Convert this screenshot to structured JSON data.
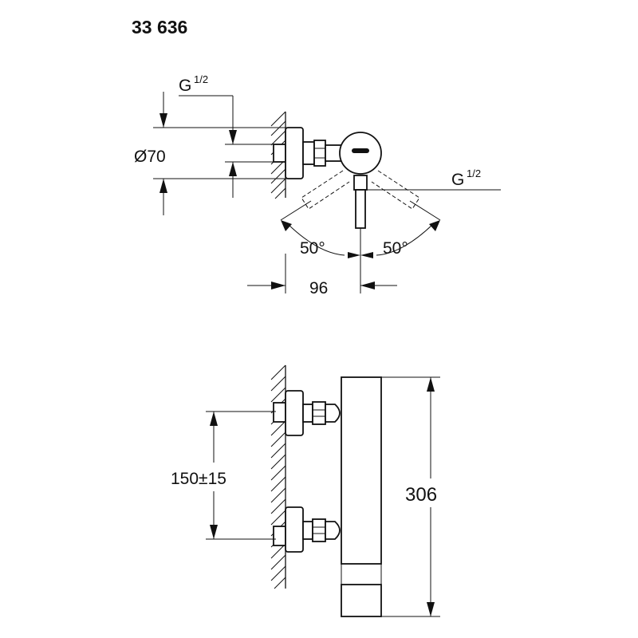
{
  "title": "33 636",
  "labels": {
    "thread_left": "G",
    "thread_left_frac": "1/2",
    "thread_right": "G",
    "thread_right_frac": "1/2",
    "diameter": "Ø70",
    "angle_left": "50°",
    "angle_right": "50°",
    "offset": "96",
    "spacing": "150±15",
    "height": "306"
  }
}
